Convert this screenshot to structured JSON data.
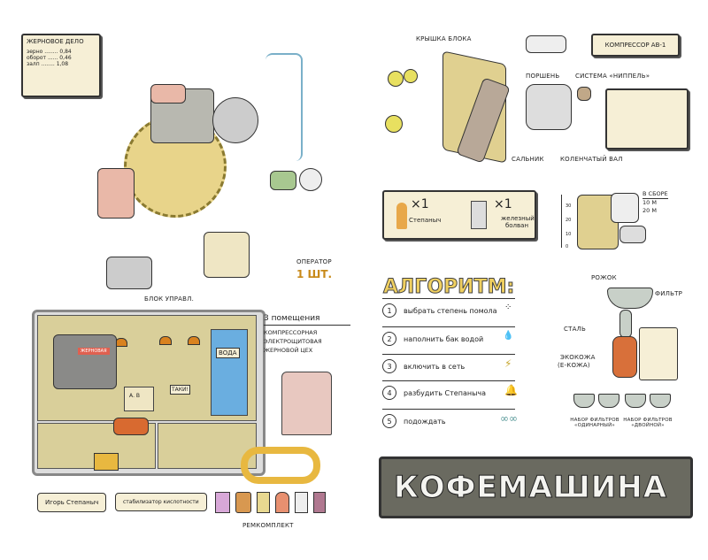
{
  "left_page": {
    "legend_box": {
      "title": "жерновое дело",
      "rows": [
        {
          "label": "зерно",
          "value": "0,84"
        },
        {
          "label": "оборот",
          "value": "0,46"
        },
        {
          "label": "залп",
          "value": "1,08"
        }
      ]
    },
    "labels": {
      "control_unit": "блок управл.",
      "operator": "оператор",
      "operator_count": "1 шт.",
      "water": "вода",
      "grinder": "жерновая",
      "taki": "таки!",
      "ab": "А. В"
    },
    "rooms_box": {
      "title": "3 помещения",
      "items": [
        "компрессорная",
        "электрощитовая",
        "жерновой цех"
      ]
    },
    "callouts": {
      "igor": "Игорь Степаныч",
      "stabilizer": "стабилизатор кислотности"
    },
    "repair_kit": "ремкомплект"
  },
  "right_page": {
    "parts": {
      "lid": "крышка блока",
      "compressor": "компрессор АВ-1",
      "piston": "поршень",
      "nipple": "система «ниппель»",
      "gland": "сальник",
      "crankshaft": "коленчатый вал"
    },
    "crew": [
      {
        "name": "Степаныч",
        "count": "×1"
      },
      {
        "name": "железный болван",
        "count": "×1"
      }
    ],
    "assembly": {
      "title": "в сборе",
      "sizes": [
        "10 м",
        "20 м"
      ],
      "scale": [
        "30",
        "20",
        "10",
        "0"
      ]
    },
    "algorithm": {
      "title": "алгоритм:",
      "steps": [
        {
          "n": "1",
          "text": "выбрать степень помола"
        },
        {
          "n": "2",
          "text": "наполнить бак водой"
        },
        {
          "n": "3",
          "text": "включить в сеть"
        },
        {
          "n": "4",
          "text": "разбудить Степаныча"
        },
        {
          "n": "5",
          "text": "подождать"
        }
      ]
    },
    "portafilter": {
      "horn": "рожок",
      "filter": "фильтр",
      "steel": "сталь",
      "eco": "экокожа",
      "eco_sub": "(e-кожа)",
      "set_single": "набор фильтров «одинарный»",
      "set_double": "набор фильтров «двойной»"
    },
    "banner": "кофемашина"
  }
}
